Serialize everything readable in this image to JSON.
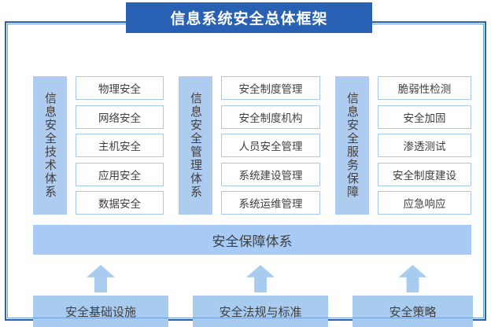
{
  "title": "信息系统安全总体框架",
  "colors": {
    "banner": "#2860b4",
    "frame_border": "#2860b4",
    "label_fill": "#aecbf0",
    "band_fill": "#a8cbf6",
    "box_fill": "#a8cbf0",
    "item_border": "#a8c8ec",
    "text": "#3f3f3f"
  },
  "columns": [
    {
      "label": "信息安全技术体系",
      "items": [
        "物理安全",
        "网络安全",
        "主机安全",
        "应用安全",
        "数据安全"
      ]
    },
    {
      "label": "信息安全管理体系",
      "items": [
        "安全制度管理",
        "安全制度机构",
        "人员安全管理",
        "系统建设管理",
        "系统运维管理"
      ]
    },
    {
      "label": "信息安全服务保障",
      "items": [
        "脆弱性检测",
        "安全加固",
        "渗透测试",
        "安全制度建设",
        "应急响应"
      ]
    }
  ],
  "assurance_band": "安全保障体系",
  "foundation": [
    "安全基础设施",
    "安全法规与标准",
    "安全策略"
  ]
}
